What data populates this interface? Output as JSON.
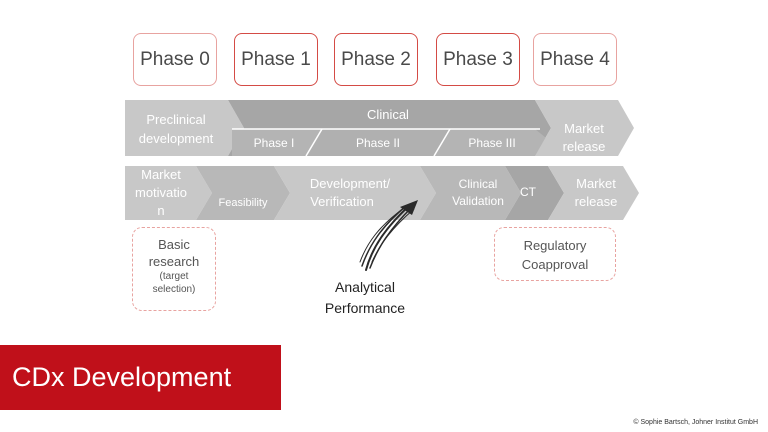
{
  "phases": [
    "Phase 0",
    "Phase 1",
    "Phase 2",
    "Phase 3",
    "Phase 4"
  ],
  "drug_row": {
    "preclinical": [
      "Preclinical",
      "development"
    ],
    "clinical": "Clinical",
    "phase_i": "Phase I",
    "phase_ii": "Phase II",
    "phase_iii": "Phase III",
    "market_release": [
      "Market",
      "release"
    ]
  },
  "cdx_row": {
    "market_motivation": [
      "Market",
      "motivatio",
      "n"
    ],
    "feasibility": "Feasibility",
    "development": [
      "Development/",
      "Verification"
    ],
    "clinical_validation": [
      "Clinical",
      "Validation"
    ],
    "ct": "CT",
    "market_release": [
      "Market",
      "release"
    ]
  },
  "basic_research": {
    "line1": "Basic",
    "line2": "research",
    "line3": "(target",
    "line4": "selection)"
  },
  "regulatory": {
    "line1": "Regulatory",
    "line2": "Coapproval"
  },
  "analytical": {
    "line1": "Analytical",
    "line2": "Performance"
  },
  "banner": "CDx Development",
  "credit": "© Sophie Bartsch, Johner Institut GmbH",
  "colors": {
    "chevron_light": "#c8c8c8",
    "chevron_dark": "#a6a6a6",
    "accent": "#c0101a"
  }
}
